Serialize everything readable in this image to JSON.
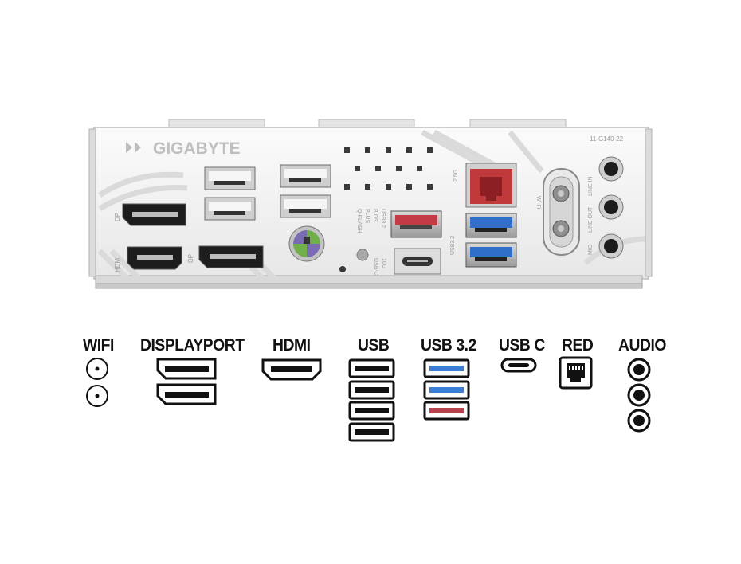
{
  "io_panel": {
    "brand": "GIGABYTE",
    "part_number": "11-G140-22",
    "labels": {
      "dp_left": "DP",
      "hdmi_left": "HDMI",
      "dp_bottom": "DP",
      "qflash": [
        "Q-FLASH",
        "PLUS",
        "BIOS",
        "USB3.2"
      ],
      "usbc_10g": [
        "USB-C",
        "10G"
      ],
      "lan": "2.5G",
      "usb32": "USB3.2",
      "wifi": "Wi-Fi",
      "audio": [
        "LINE IN",
        "LINE OUT",
        "MIC"
      ]
    }
  },
  "legend": {
    "wifi": "WIFI",
    "displayport": "DISPLAYPORT",
    "hdmi": "HDMI",
    "usb": "USB",
    "usb32": "USB 3.2",
    "usbc": "USB C",
    "red": "RED",
    "audio": "AUDIO"
  },
  "colors": {
    "usb32_blue": "#3a7fd5",
    "usb_red": "#b8434f",
    "lan_red": "#c0393b",
    "panel_white": "#f2f2f2"
  }
}
